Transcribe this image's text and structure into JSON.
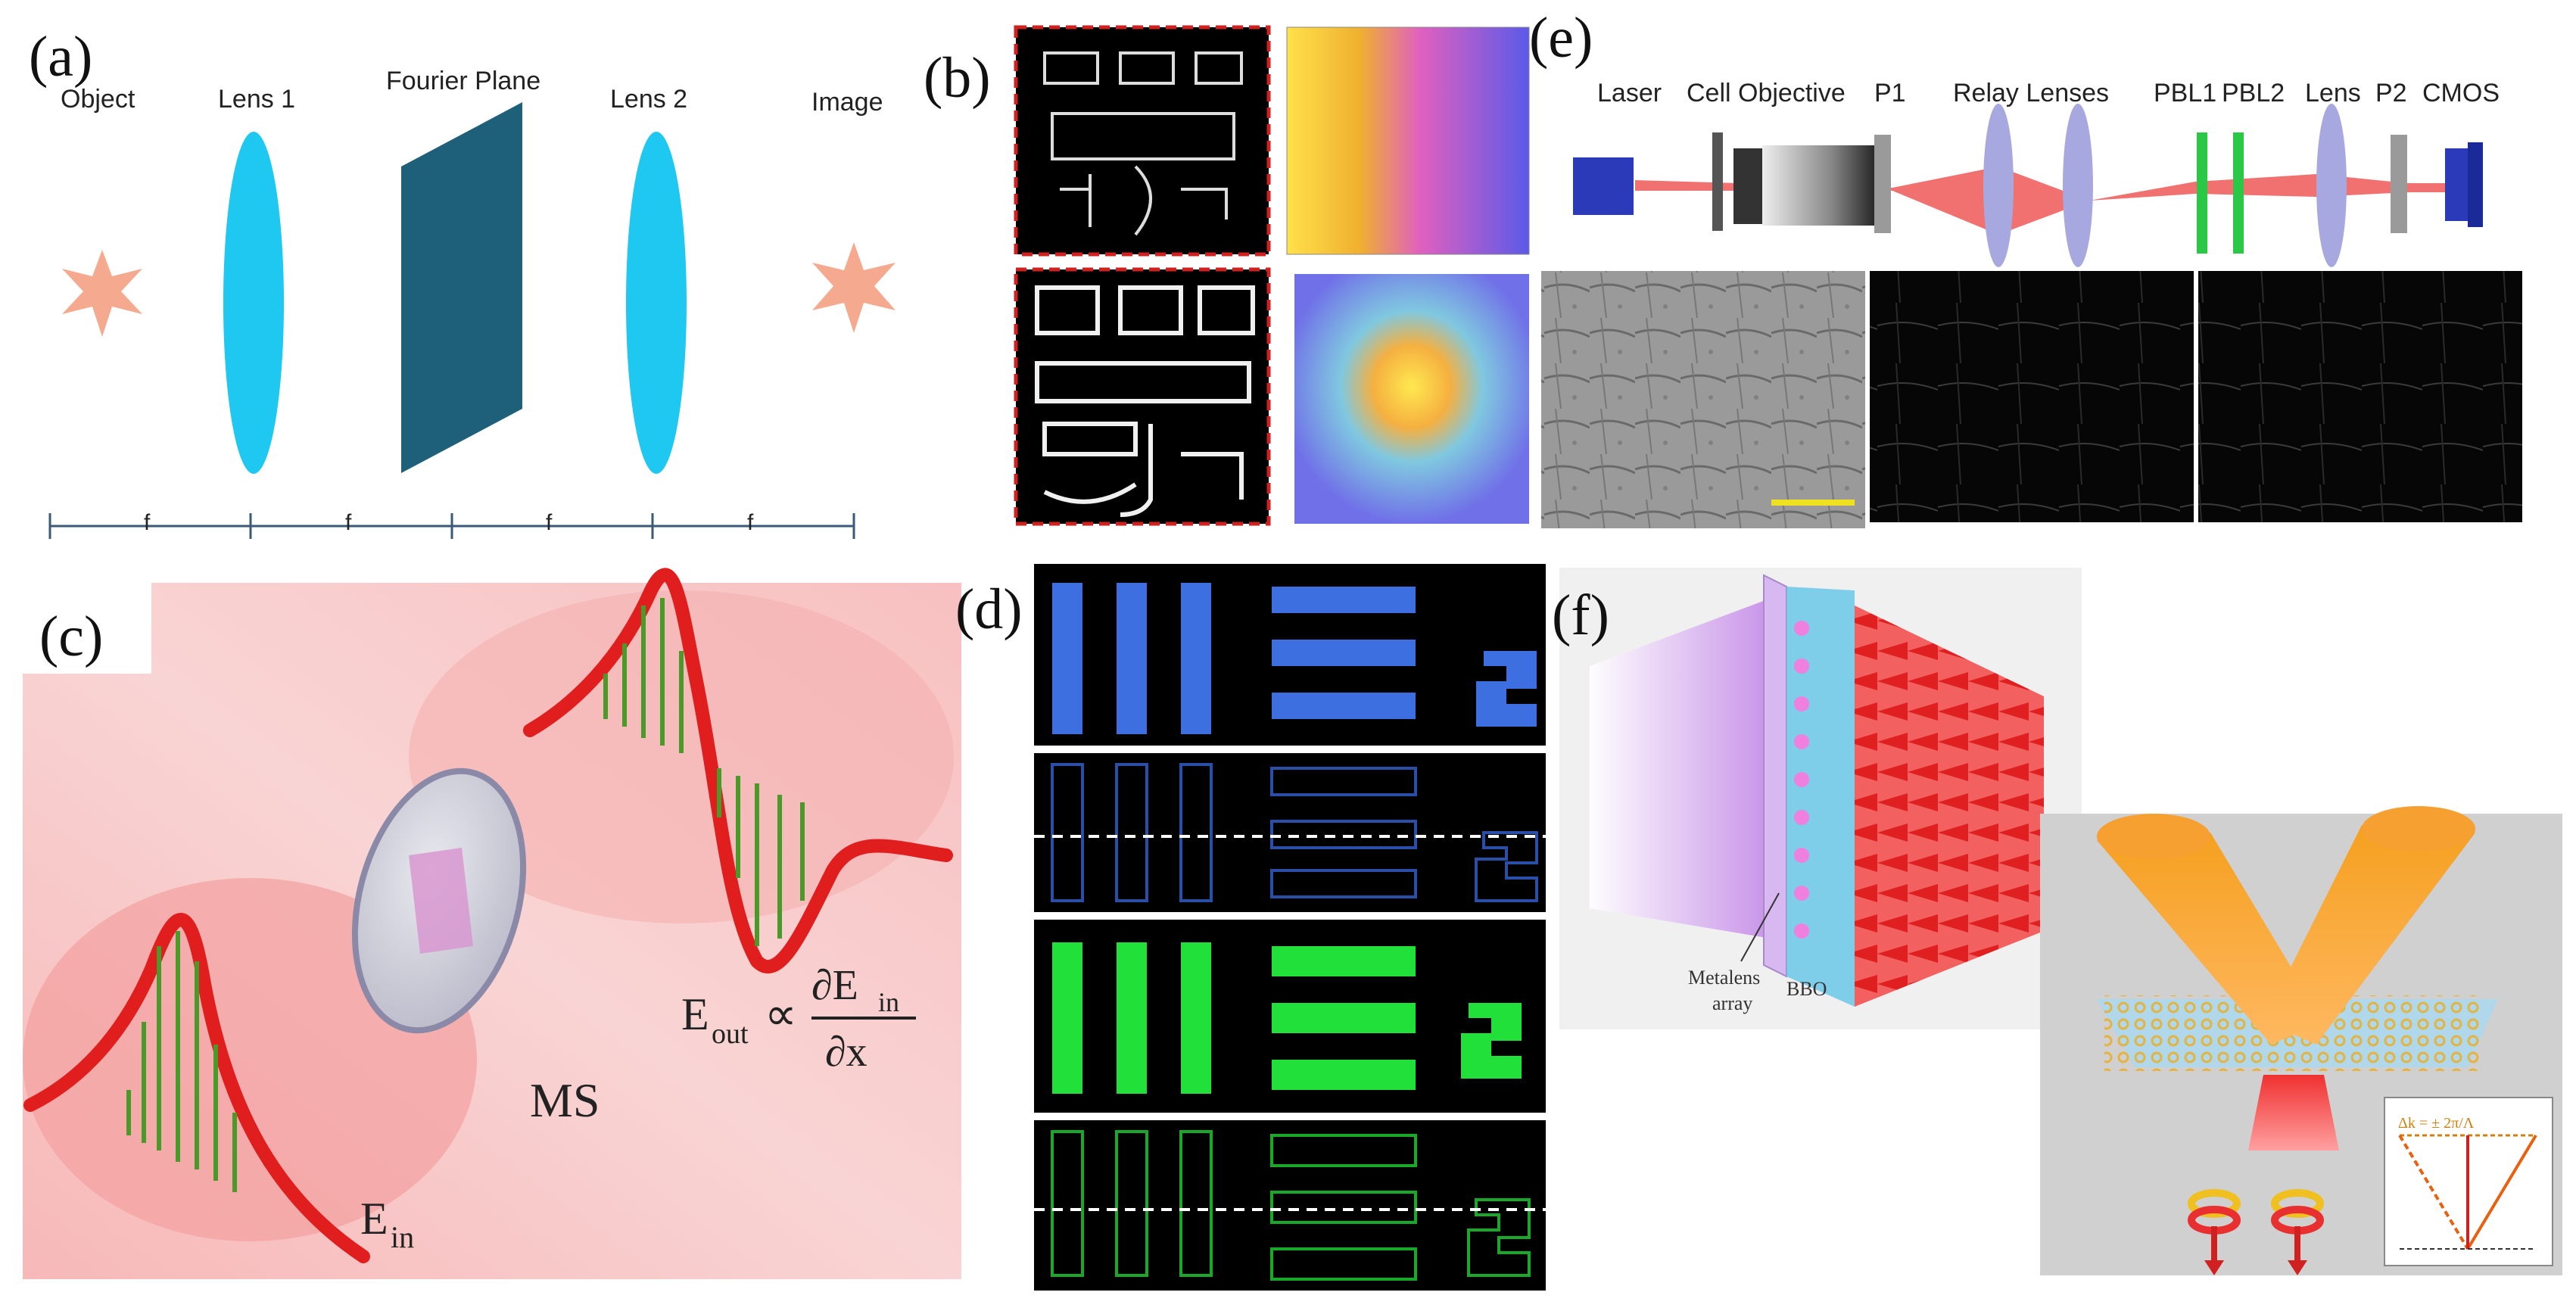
{
  "panels": {
    "a": {
      "label": "(a)",
      "object": "Object",
      "lens1": "Lens 1",
      "fourier": "Fourier Plane",
      "lens2": "Lens 2",
      "image": "Image",
      "focal": [
        "f",
        "f",
        "f",
        "f"
      ]
    },
    "b": {
      "label": "(b)"
    },
    "c": {
      "label": "(c)",
      "ms": "MS",
      "ein_main": "E",
      "ein_sub": "in",
      "eout_main": "E",
      "eout_sub": "out",
      "prop": "∝",
      "num_main": "∂E",
      "num_sub": "in",
      "den": "∂x"
    },
    "d": {
      "label": "(d)"
    },
    "e": {
      "label": "(e)",
      "laser": "Laser",
      "objective": "Cell Objective",
      "p1": "P1",
      "relay": "Relay Lenses",
      "pbl1": "PBL1",
      "pbl2": "PBL2",
      "lens": "Lens",
      "p2": "P2",
      "cmos": "CMOS"
    },
    "f": {
      "label": "(f)",
      "metalens1": "Metalens",
      "metalens2": "array",
      "bbo": "BBO",
      "inset_formula": "Δk = ± 2π/Λ"
    }
  },
  "colors": {
    "lens": "#1EC8F0",
    "fourier": "#1E5F7A",
    "star": "#F5A98E",
    "axis": "#3A5A7A",
    "blue_target": "#3E6FE0",
    "green_target": "#22E03A",
    "beam": "#F06060",
    "wave": "#E01E1E",
    "arrows": "#4A9A2A"
  }
}
